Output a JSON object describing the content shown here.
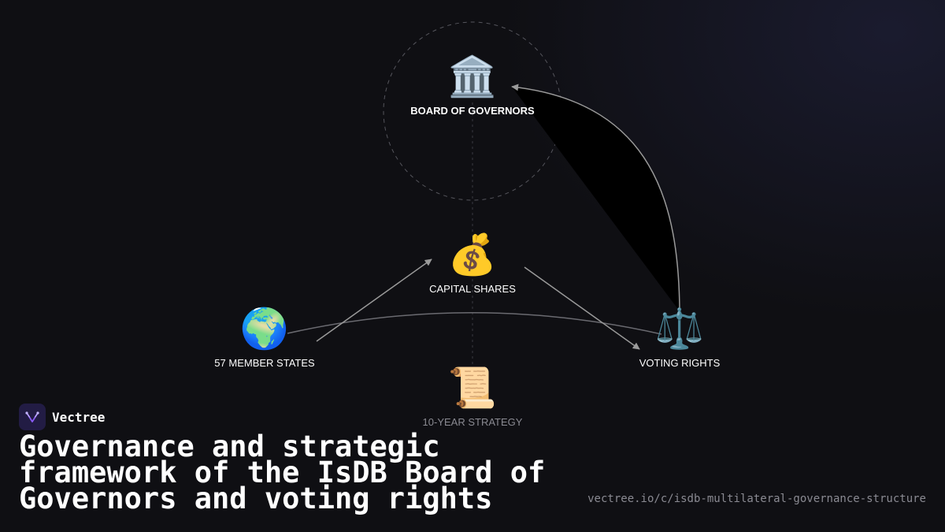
{
  "brand": {
    "name": "Vectree",
    "logo_icon": "vectree-logo-icon"
  },
  "title": "Governance and strategic framework of the IsDB Board of Governors and voting rights",
  "url": "vectree.io/c/isdb-multilateral-governance-structure",
  "nodes": {
    "board": {
      "icon": "🏛️",
      "icon_name": "classical-building-icon",
      "label": "BOARD OF GOVERNORS"
    },
    "capital": {
      "icon": "💰",
      "icon_name": "money-bag-icon",
      "label": "CAPITAL SHARES"
    },
    "members": {
      "icon": "🌍",
      "icon_name": "globe-icon",
      "label": "57 MEMBER STATES"
    },
    "voting": {
      "icon": "⚖️",
      "icon_name": "balance-scale-icon",
      "label": "VOTING RIGHTS"
    },
    "strategy": {
      "icon": "📜",
      "icon_name": "scroll-icon",
      "label": "10-YEAR STRATEGY"
    }
  },
  "edges": [
    {
      "from": "members",
      "to": "capital",
      "arrow": true
    },
    {
      "from": "capital",
      "to": "voting",
      "arrow": true
    },
    {
      "from": "voting",
      "to": "board",
      "arrow": true
    },
    {
      "from": "members",
      "to": "voting",
      "arrow": false
    },
    {
      "from": "board",
      "to": "strategy",
      "arrow": false,
      "style": "dashed"
    }
  ],
  "colors": {
    "background": "#0f0f13",
    "edge": "#9a9a9a",
    "muted_text": "#8a8a92",
    "brand_purple": "#8b5cf6"
  }
}
